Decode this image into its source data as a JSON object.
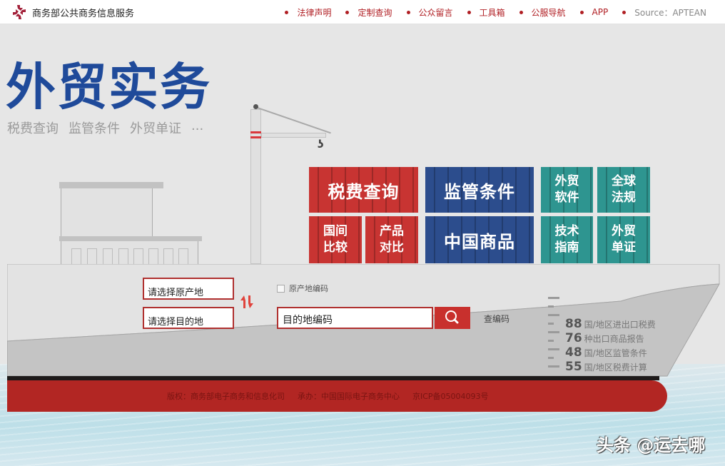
{
  "header": {
    "site_name": "商务部公共商务信息服务",
    "nav": [
      {
        "label": "法律声明"
      },
      {
        "label": "定制查询"
      },
      {
        "label": "公众留言"
      },
      {
        "label": "工具箱"
      },
      {
        "label": "公服导航"
      },
      {
        "label": "APP"
      },
      {
        "label": "Source：APTEAN"
      }
    ],
    "accent_color": "#b01e23"
  },
  "hero": {
    "title": "外贸实务",
    "subtitle": [
      "税费查询",
      "监管条件",
      "外贸单证",
      "..."
    ],
    "title_color": "#1f4a9a"
  },
  "containers": [
    {
      "label": "税费查询",
      "color": "red"
    },
    {
      "label": "国间\n比较",
      "color": "red"
    },
    {
      "label": "产品\n对比",
      "color": "red"
    },
    {
      "label": "监管条件",
      "color": "blue"
    },
    {
      "label": "中国商品",
      "color": "blue"
    },
    {
      "label": "外贸\n软件",
      "color": "teal"
    },
    {
      "label": "全球\n法规",
      "color": "teal"
    },
    {
      "label": "技术\n指南",
      "color": "teal"
    },
    {
      "label": "外贸\n单证",
      "color": "teal"
    }
  ],
  "search": {
    "origin_placeholder": "请选择原产地",
    "destination_placeholder": "请选择目的地",
    "origin_code_checkbox": "原产地编码",
    "code_input_placeholder": "目的地编码",
    "lookup_link": "查编码",
    "search_icon": "search-icon",
    "swap_icon": "swap-arrows-icon"
  },
  "stats": [
    {
      "num": "88",
      "text": "国/地区进出口税费"
    },
    {
      "num": "76",
      "text": "种出口商品报告"
    },
    {
      "num": "48",
      "text": "国/地区监管条件"
    },
    {
      "num": "55",
      "text": "国/地区税费计算"
    }
  ],
  "footer": {
    "copyright": "版权：商务部电子商务和信息化司",
    "organizer": "承办：中国国际电子商务中心",
    "icp": "京ICP备05004093号"
  },
  "watermark": "头条 @运去哪"
}
